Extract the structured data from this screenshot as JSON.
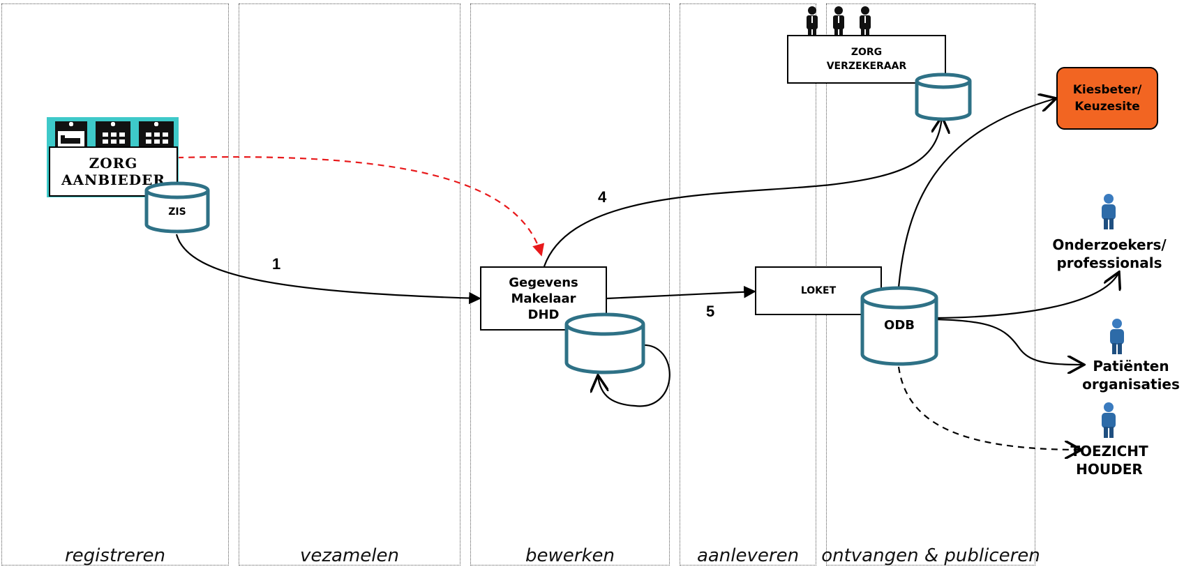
{
  "lanes": {
    "registreren": "registreren",
    "vezamelen": "vezamelen",
    "bewerken": "bewerken",
    "aanleveren": "aanleveren",
    "ontvangen": "ontvangen & publiceren"
  },
  "nodes": {
    "zorgaanbieder_line1": "ZORG",
    "zorgaanbieder_line2": "AANBIEDER",
    "zis": "ZIS",
    "gm_line1": "Gegevens",
    "gm_line2": "Makelaar",
    "gm_line3": "DHD",
    "zv_line1": "ZORG",
    "zv_line2": "VERZEKERAAR",
    "loket": "LOKET",
    "odb": "ODB",
    "kiesbeter_line1": "Kiesbeter/",
    "kiesbeter_line2": "Keuzesite"
  },
  "actors": {
    "onderzoekers_line1": "Onderzoekers/",
    "onderzoekers_line2": "professionals",
    "patienten_line1": "Patiënten",
    "patienten_line2": "organisaties",
    "toezicht_line1": "TOEZICHT",
    "toezicht_line2": "HOUDER"
  },
  "flow_numbers": {
    "one": "1",
    "four": "4",
    "five": "5"
  },
  "colors": {
    "cylinder": "#2e7186",
    "kiesbeter": "#f26522",
    "dashed_red": "#e8191b",
    "hospital_bg": "#3ec9c9"
  },
  "icons": {
    "hospital": "hospital-buildings-icon",
    "person": "person-icon",
    "businessman": "businessman-icon"
  }
}
